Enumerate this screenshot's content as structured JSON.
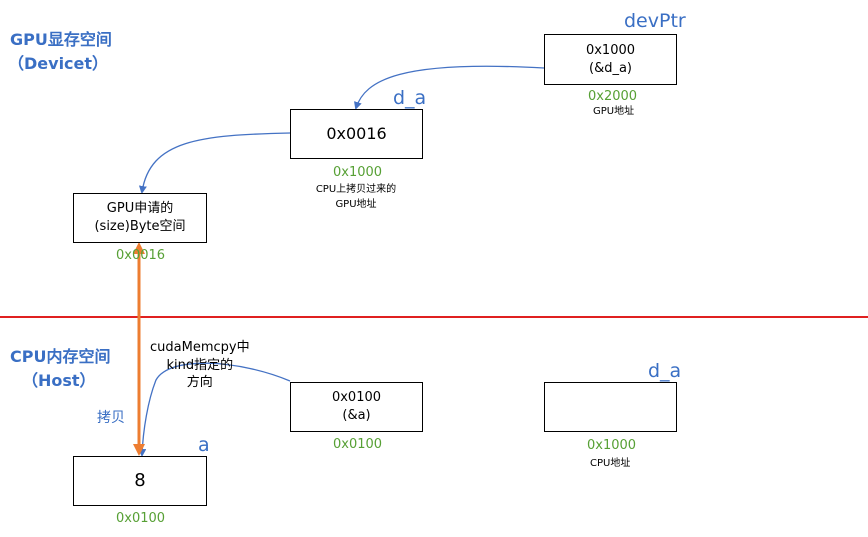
{
  "gpu_region": {
    "title": "GPU显存空间",
    "subtitle": "（Devicet）"
  },
  "cpu_region": {
    "title": "CPU内存空间",
    "subtitle": "（Host）"
  },
  "colors": {
    "title_blue": "#3a6fc4",
    "address_green": "#57a035",
    "divider_red": "#e02020",
    "copy_arrow_orange": "#ed7d31"
  },
  "gpu": {
    "devptr": {
      "var_name": "devPtr",
      "line1": "0x1000",
      "line2": "(&d_a)",
      "address": "0x2000",
      "caption": "GPU地址"
    },
    "d_a": {
      "var_name": "d_a",
      "value": "0x0016",
      "address": "0x1000",
      "caption_line1": "CPU上拷贝过来的",
      "caption_line2": "GPU地址"
    },
    "alloc": {
      "line1": "GPU申请的",
      "line2": "(size)Byte空间",
      "address": "0x0016"
    }
  },
  "cpu": {
    "a": {
      "var_name": "a",
      "value": "8",
      "address": "0x0100"
    },
    "ptr_a": {
      "line1": "0x0100",
      "line2": "(&a)",
      "address": "0x0100"
    },
    "d_a": {
      "var_name": "d_a",
      "value": "",
      "address": "0x1000",
      "caption": "CPU地址"
    }
  },
  "annotations": {
    "copy_label": "拷贝",
    "memcpy_line1": "cudaMemcpy中",
    "memcpy_line2": "kind指定的",
    "memcpy_line3": "方向"
  }
}
